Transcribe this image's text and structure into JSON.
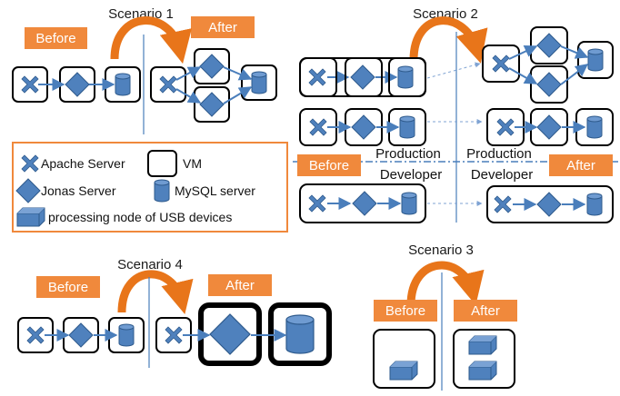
{
  "scenarios": {
    "s1": {
      "title": "Scenario 1",
      "before": "Before",
      "after": "After"
    },
    "s2": {
      "title": "Scenario 2",
      "before": "Before",
      "after": "After",
      "production_left": "Production",
      "developer_left": "Developer",
      "production_right": "Production",
      "developer_right": "Developer"
    },
    "s3": {
      "title": "Scenario 3",
      "before": "Before",
      "after": "After"
    },
    "s4": {
      "title": "Scenario 4",
      "before": "Before",
      "after": "After"
    }
  },
  "legend": {
    "apache": "Apache Server",
    "vm": "VM",
    "jonas": "Jonas Server",
    "mysql": "MySQL server",
    "usb": "processing node of USB devices"
  },
  "colors": {
    "orange": "#F0893C",
    "node_blue": "#4F81BD",
    "node_stroke": "#2E5A8C",
    "arrow_blue": "#4A7EBB",
    "divider": "#4A7EBB",
    "black": "#000000"
  },
  "icons": [
    "apache-server-icon",
    "jonas-server-icon",
    "mysql-server-icon",
    "usb-node-icon",
    "vm-box-icon"
  ]
}
